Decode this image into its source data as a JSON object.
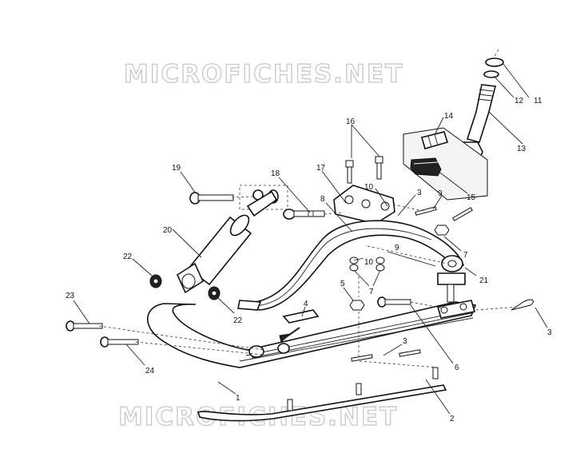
{
  "watermark": "MICROFICHES.NET",
  "callouts": [
    "1",
    "2",
    "3",
    "3",
    "3",
    "4",
    "5",
    "6",
    "7",
    "7",
    "8",
    "9",
    "9",
    "10",
    "10",
    "11",
    "12",
    "13",
    "14",
    "15",
    "16",
    "17",
    "18",
    "19",
    "20",
    "21",
    "22",
    "22",
    "23",
    "24"
  ]
}
